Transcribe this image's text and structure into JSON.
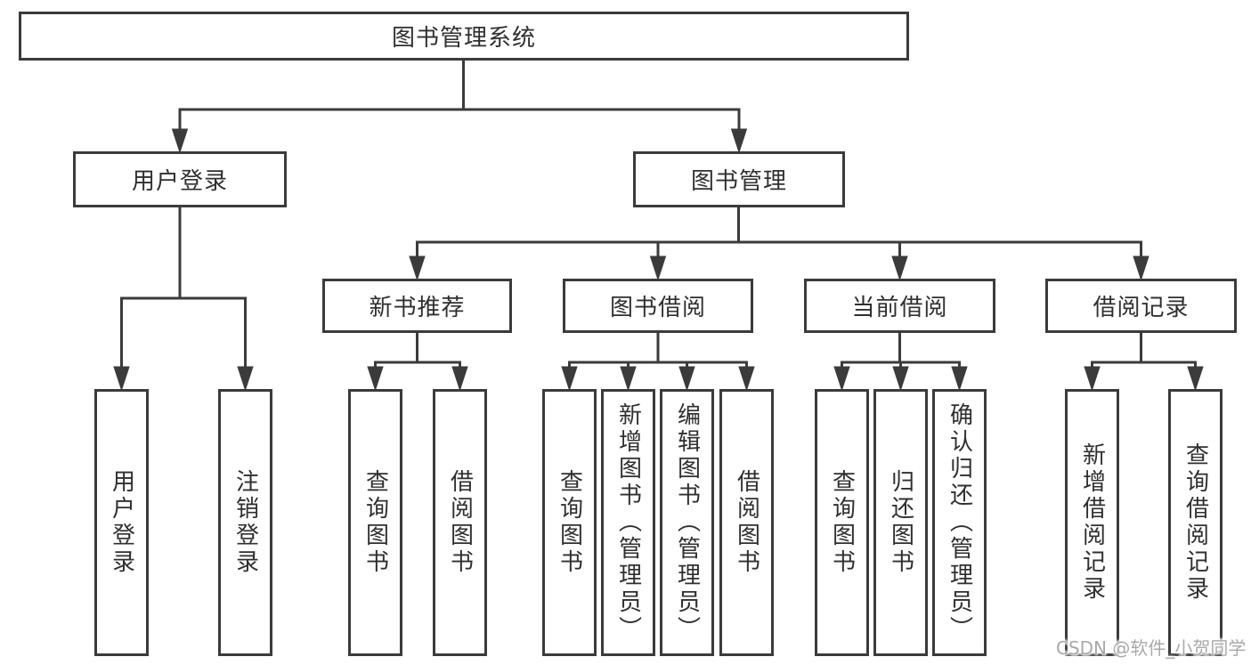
{
  "tree": {
    "label": "图书管理系统",
    "children": [
      {
        "label": "用户登录",
        "children": [
          {
            "label": "用户登录"
          },
          {
            "label": "注销登录"
          }
        ]
      },
      {
        "label": "图书管理",
        "children": [
          {
            "label": "新书推荐",
            "children": [
              {
                "label": "查询图书"
              },
              {
                "label": "借阅图书"
              }
            ]
          },
          {
            "label": "图书借阅",
            "children": [
              {
                "label": "查询图书"
              },
              {
                "label": "新增图书（管理员）"
              },
              {
                "label": "编辑图书（管理员）"
              },
              {
                "label": "借阅图书"
              }
            ]
          },
          {
            "label": "当前借阅",
            "children": [
              {
                "label": "查询图书"
              },
              {
                "label": "归还图书"
              },
              {
                "label": "确认归还（管理员）"
              }
            ]
          },
          {
            "label": "借阅记录",
            "children": [
              {
                "label": "新增借阅记录"
              },
              {
                "label": "查询借阅记录"
              }
            ]
          }
        ]
      }
    ]
  },
  "watermark": {
    "text": "CSDN @软件_小贺同学"
  },
  "colors": {
    "line": "#3b3b3b",
    "text": "#2f2f2f",
    "background": "#ffffff",
    "watermark": "#a9a9a9"
  }
}
